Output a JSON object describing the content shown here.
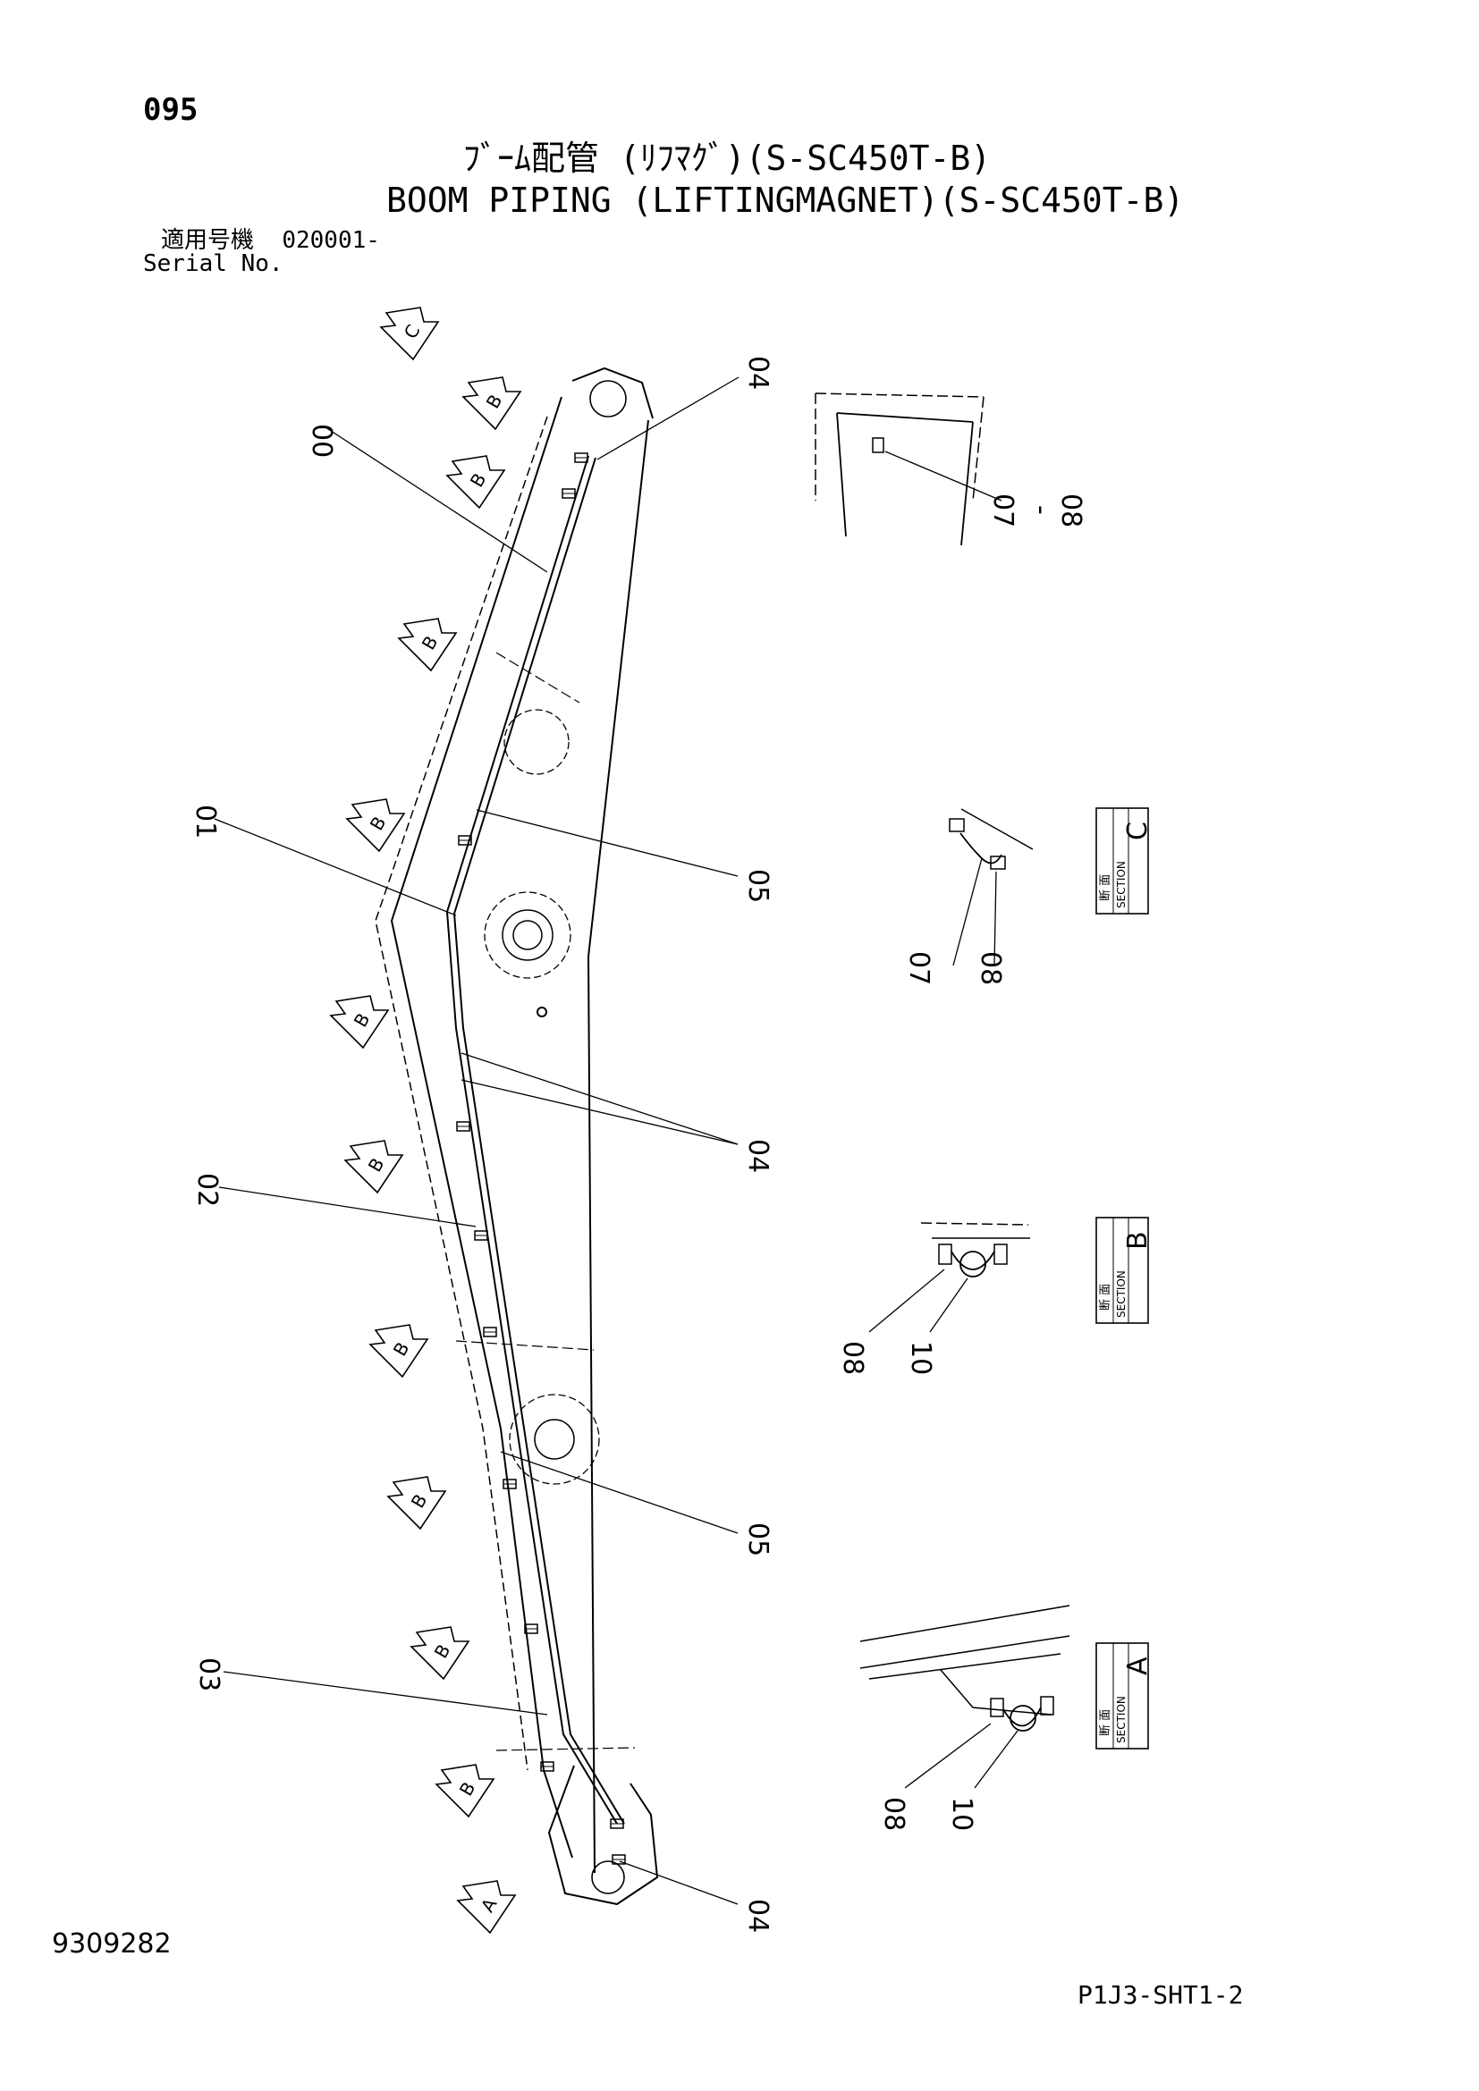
{
  "header": {
    "page_number": "095",
    "title_jp": "ﾌﾞｰﾑ配管 (ﾘﾌﾏｸﾞ)(S-SC450T-B)",
    "title_en": "BOOM PIPING (LIFTINGMAGNET)(S-SC450T-B)",
    "serial_label_jp": "適用号機",
    "serial_value": "020001-",
    "serial_label_en": "Serial No."
  },
  "footer": {
    "document_number": "9309282",
    "sheet_code": "P1J3-SHT1-2"
  },
  "callouts": {
    "c00": "00",
    "c01": "01",
    "c02": "02",
    "c03": "03",
    "c04_top": "04",
    "c05_upper": "05",
    "c04_mid": "04",
    "c05_lower": "05",
    "c04_bottom": "04",
    "detail_07": "07",
    "detail_dash": "-",
    "detail_08": "08",
    "sc_07": "07",
    "sc_08": "08",
    "sb_08": "08",
    "sb_10": "10",
    "sa_08": "08",
    "sa_10": "10"
  },
  "view_arrows": {
    "c": "C",
    "b": "B",
    "a": "A"
  },
  "sections": {
    "jp_label": "断 面",
    "en_label": "SECTION",
    "c": "C",
    "b": "B",
    "a": "A"
  }
}
